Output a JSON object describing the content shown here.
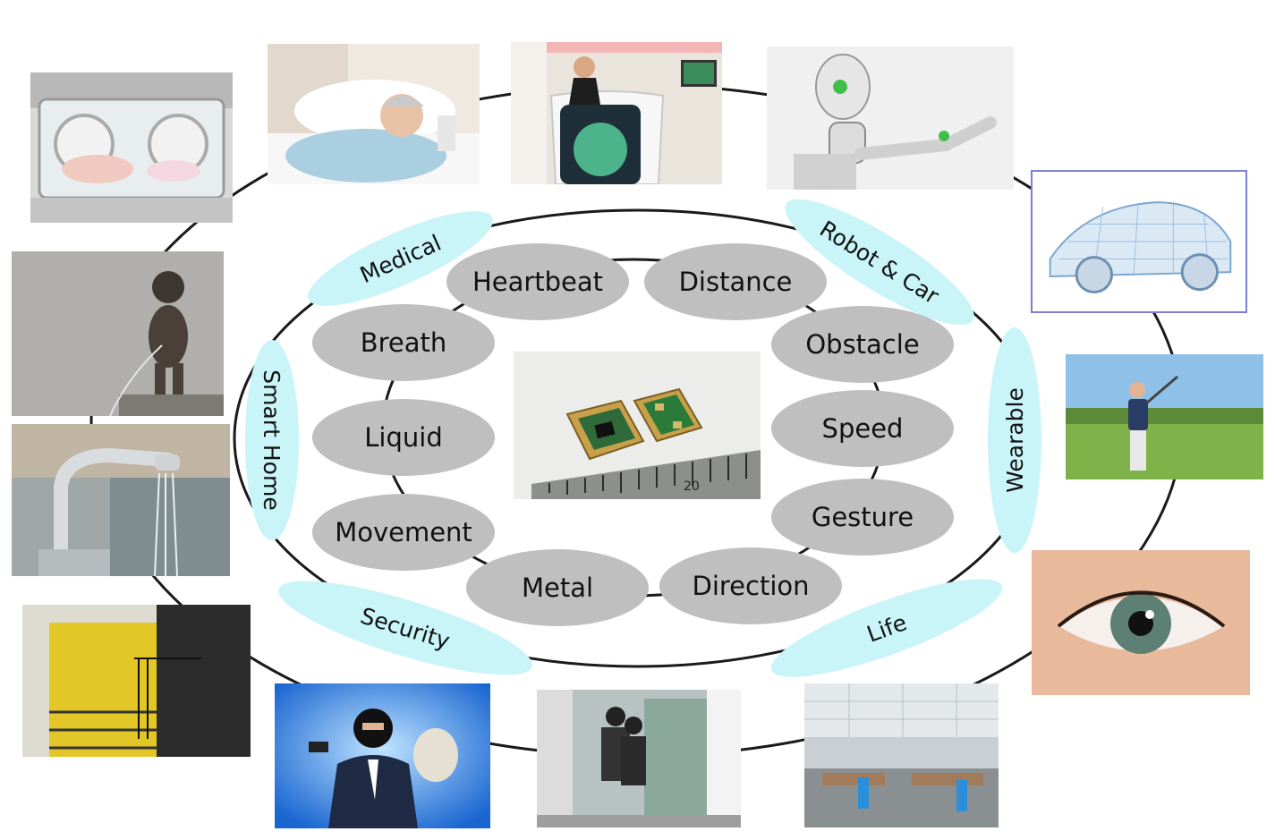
{
  "center_image": {
    "name": "radar-sensor-module-photo",
    "scale_label": "20"
  },
  "categories": [
    {
      "id": "medical",
      "label": "Medical"
    },
    {
      "id": "robot-car",
      "label": "Robot & Car"
    },
    {
      "id": "smart-home",
      "label": "Smart Home"
    },
    {
      "id": "wearable",
      "label": "Wearable"
    },
    {
      "id": "security",
      "label": "Security"
    },
    {
      "id": "life",
      "label": "Life"
    }
  ],
  "detections": [
    {
      "id": "heartbeat",
      "label": "Heartbeat"
    },
    {
      "id": "distance",
      "label": "Distance"
    },
    {
      "id": "breath",
      "label": "Breath"
    },
    {
      "id": "obstacle",
      "label": "Obstacle"
    },
    {
      "id": "liquid",
      "label": "Liquid"
    },
    {
      "id": "speed",
      "label": "Speed"
    },
    {
      "id": "movement",
      "label": "Movement"
    },
    {
      "id": "gesture",
      "label": "Gesture"
    },
    {
      "id": "metal",
      "label": "Metal"
    },
    {
      "id": "direction",
      "label": "Direction"
    }
  ],
  "colors": {
    "detection_fill": "#bfbfbf",
    "category_fill": "#c9f4f8",
    "ring_stroke": "#1a1a1a"
  }
}
